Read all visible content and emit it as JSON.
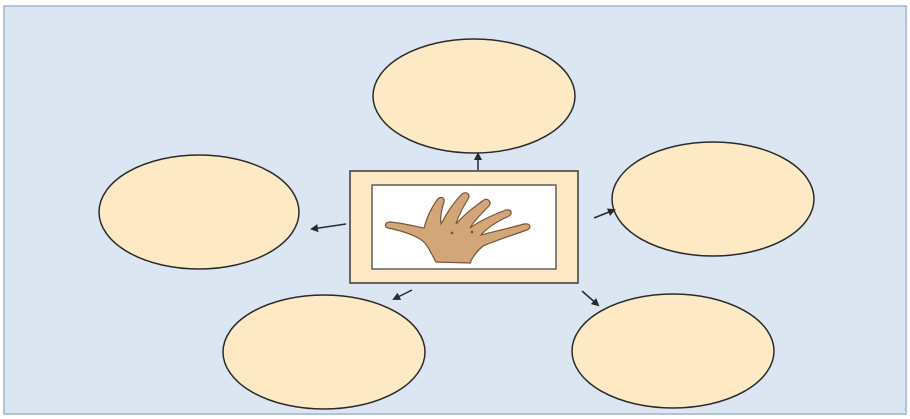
{
  "diagram": {
    "colors": {
      "background": "#dce6f2",
      "border": "#9fb3c8",
      "ellipse_fill": "#fde9c4",
      "ellipse_stroke": "#2b2b2b",
      "frame_fill": "#fde9c4",
      "frame_stroke": "#3a3a3a",
      "picture_bg": "#ffffff",
      "arrow": "#2a2a2a",
      "hand_fill": "#d2a679",
      "hand_stroke": "#7a5634"
    },
    "center": {
      "icon": "hand-icon"
    },
    "nodes": [
      {
        "id": "top",
        "label": ""
      },
      {
        "id": "left",
        "label": ""
      },
      {
        "id": "right",
        "label": ""
      },
      {
        "id": "bottom-left",
        "label": ""
      },
      {
        "id": "bottom-right",
        "label": ""
      }
    ]
  }
}
